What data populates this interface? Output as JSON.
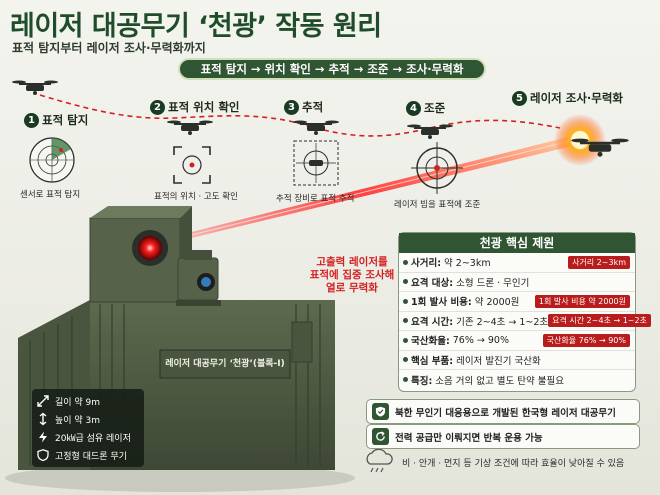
{
  "header": {
    "title": "레이저 대공무기 ‘천광’ 작동 원리",
    "subtitle": "표적 탐지부터 레이저 조사·무력화까지",
    "flow": "표적 탐지 → 위치 확인 → 추적 → 조준 → 조사·무력화"
  },
  "steps": [
    {
      "num": "1",
      "label": "표적 탐지",
      "caption": "센서로 표적 탐지"
    },
    {
      "num": "2",
      "label": "표적 위치 확인",
      "caption": "표적의 위치 · 고도 확인"
    },
    {
      "num": "3",
      "label": "추적",
      "caption": "추적 장비로 표적 추적"
    },
    {
      "num": "4",
      "label": "조준",
      "caption": "레이저 빔을 표적에 조준"
    },
    {
      "num": "5",
      "label": "레이저 조사·무력화",
      "caption": ""
    }
  ],
  "beam_text": [
    "고출력 레이저를",
    "표적에 집중 조사해",
    "열로 무력화"
  ],
  "vehicle_label": "레이저 대공무기 ‘천광’(블록-Ⅰ)",
  "specs": {
    "title": "천광 핵심 제원",
    "rows": [
      {
        "key": "사거리:",
        "value": "약 2~3km",
        "tag": "사거리 2~3km"
      },
      {
        "key": "요격 대상:",
        "value": "소형 드론 · 무인기",
        "tag": ""
      },
      {
        "key": "1회 발사 비용:",
        "value": "약 2000원",
        "tag": "1회 발사 비용 약 2000원"
      },
      {
        "key": "요격 시간:",
        "value": "기존 2~4초 → 1~2초",
        "tag": "요격 시간 2~4초 → 1~2초"
      },
      {
        "key": "국산화율:",
        "value": "76% → 90%",
        "tag": "국산화율 76% → 90%"
      },
      {
        "key": "핵심 부품:",
        "value": "레이저 발진기 국산화",
        "tag": ""
      },
      {
        "key": "특징:",
        "value": "소음 거의 없고 별도 탄약 불필요",
        "tag": ""
      }
    ]
  },
  "legend": [
    {
      "icon": "length-icon",
      "text": "길이 약 9m"
    },
    {
      "icon": "height-icon",
      "text": "높이 약 3m"
    },
    {
      "icon": "lightning-icon",
      "text": "20㎾급 섬유 레이저"
    },
    {
      "icon": "shield-icon",
      "text": "고정형 대드론 무기"
    }
  ],
  "info": [
    {
      "icon": "shield-icon",
      "text": "북한 무인기 대응용으로 개발된 한국형 레이저 대공무기"
    },
    {
      "icon": "recycle-icon",
      "text": "전력 공급만 이뤄지면 반복 운용 가능"
    }
  ],
  "weather_note": "비 · 안개 · 먼지 등 기상 조건에 따라 효율이 낮아질 수 있음",
  "colors": {
    "brand": "#2f5532",
    "alert": "#b81c1c",
    "beam": "#e02525"
  }
}
